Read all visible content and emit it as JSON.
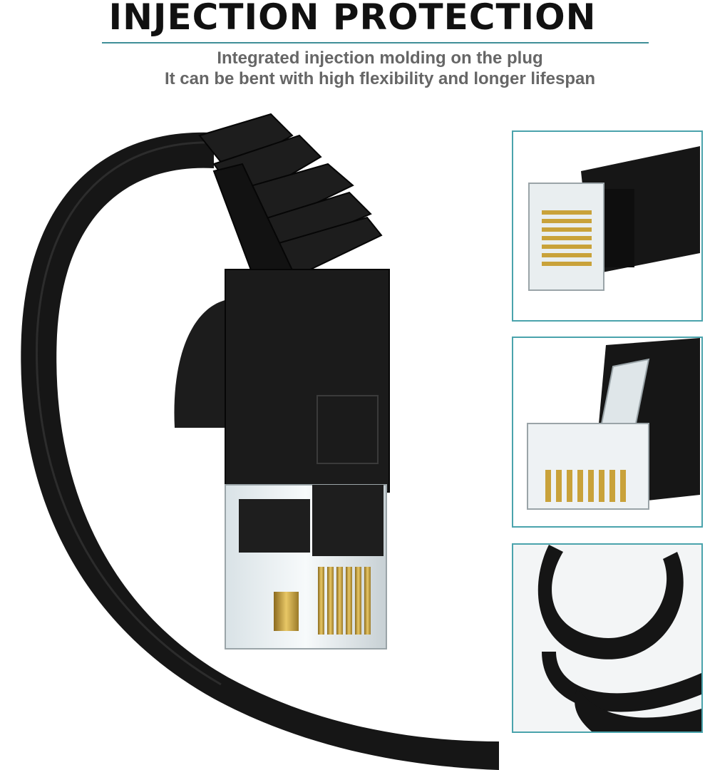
{
  "heading": {
    "title": "INJECTION PROTECTION",
    "subtitle_line1": "Integrated injection molding on the plug",
    "subtitle_line2": "It can be bent with high flexibility and longer lifespan"
  },
  "colors": {
    "accent": "#4aa3ac",
    "cable": "#151515",
    "contacts": "#c9a23a"
  },
  "images": {
    "hero": "flat-ethernet-cable-bent-with-rj45-plug",
    "detail_1": "rj45-plug-side-view",
    "detail_2": "rj45-plug-front-view",
    "detail_3": "coiled-flat-cable"
  }
}
